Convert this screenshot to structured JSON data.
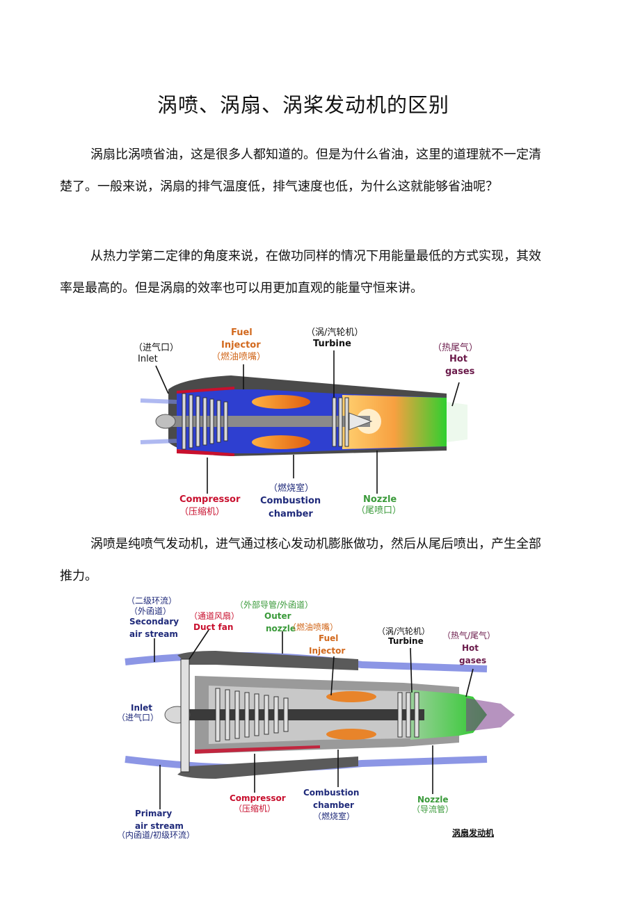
{
  "title": "涡喷、涡扇、涡桨发动机的区别",
  "paragraphs": [
    "涡扇比涡喷省油，这是很多人都知道的。但是为什么省油，这里的道理就不一定清楚了。一般来说，涡扇的排气温度低，排气速度也低，为什么这就能够省油呢？",
    "从热力学第二定律的角度来说，在做功同样的情况下用能量最低的方式实现，其效率是最高的。但是涡扇的效率也可以用更加直观的能量守恒来讲。",
    "涡喷是纯喷气发动机，进气通过核心发动机膨胀做功，然后从尾后喷出，产生全部推力。"
  ],
  "figure1": {
    "inlet_cn": "（进气口）",
    "inlet_en": "Inlet",
    "fuel_en1": "Fuel",
    "fuel_en2": "Injector",
    "fuel_cn": "（燃油喷嘴）",
    "turbine_cn": "（涡/汽轮机）",
    "turbine_en": "Turbine",
    "hot_cn": "（热尾气）",
    "hot_en1": "Hot",
    "hot_en2": "gases",
    "compressor_en": "Compressor",
    "compressor_cn": "（压缩机）",
    "combustion_cn": "（燃烧室）",
    "combustion_en1": "Combustion",
    "combustion_en2": "chamber",
    "nozzle_en": "Nozzle",
    "nozzle_cn": "（尾喷口）"
  },
  "figure2": {
    "secondary_cn1": "（二级环流）",
    "secondary_cn2": "（外函道）",
    "secondary_en1": "Secondary",
    "secondary_en2": "air stream",
    "ductfan_cn": "（通道风扇）",
    "ductfan_en": "Duct fan",
    "outer_cn": "（外部导管/外函道）",
    "outer_en1": "Outer",
    "outer_en2": "nozzle",
    "fuel_cn": "（燃油喷嘴）",
    "fuel_en1": "Fuel",
    "fuel_en2": "Injector",
    "turbine_cn": "（涡/汽轮机）",
    "turbine_en": "Turbine",
    "hot_cn": "（热气/尾气）",
    "hot_en1": "Hot",
    "hot_en2": "gases",
    "inlet_en": "Inlet",
    "inlet_cn": "（进气口）",
    "compressor_en": "Compressor",
    "compressor_cn": "（压缩机）",
    "combustion_en1": "Combustion",
    "combustion_en2": "chamber",
    "combustion_cn": "（燃烧室）",
    "nozzle_en": "Nozzle",
    "nozzle_cn": "（导流管）",
    "primary_en1": "Primary",
    "primary_en2": "air stream",
    "primary_cn": "（内函道/初级环流）",
    "caption": "涡扇发动机"
  },
  "colors": {
    "label_orange": "#d2691e",
    "label_red": "#c8102e",
    "label_navy": "#1f2a7a",
    "label_green": "#3a9a3a",
    "label_purple": "#6a1a4a",
    "label_black": "#111111"
  }
}
